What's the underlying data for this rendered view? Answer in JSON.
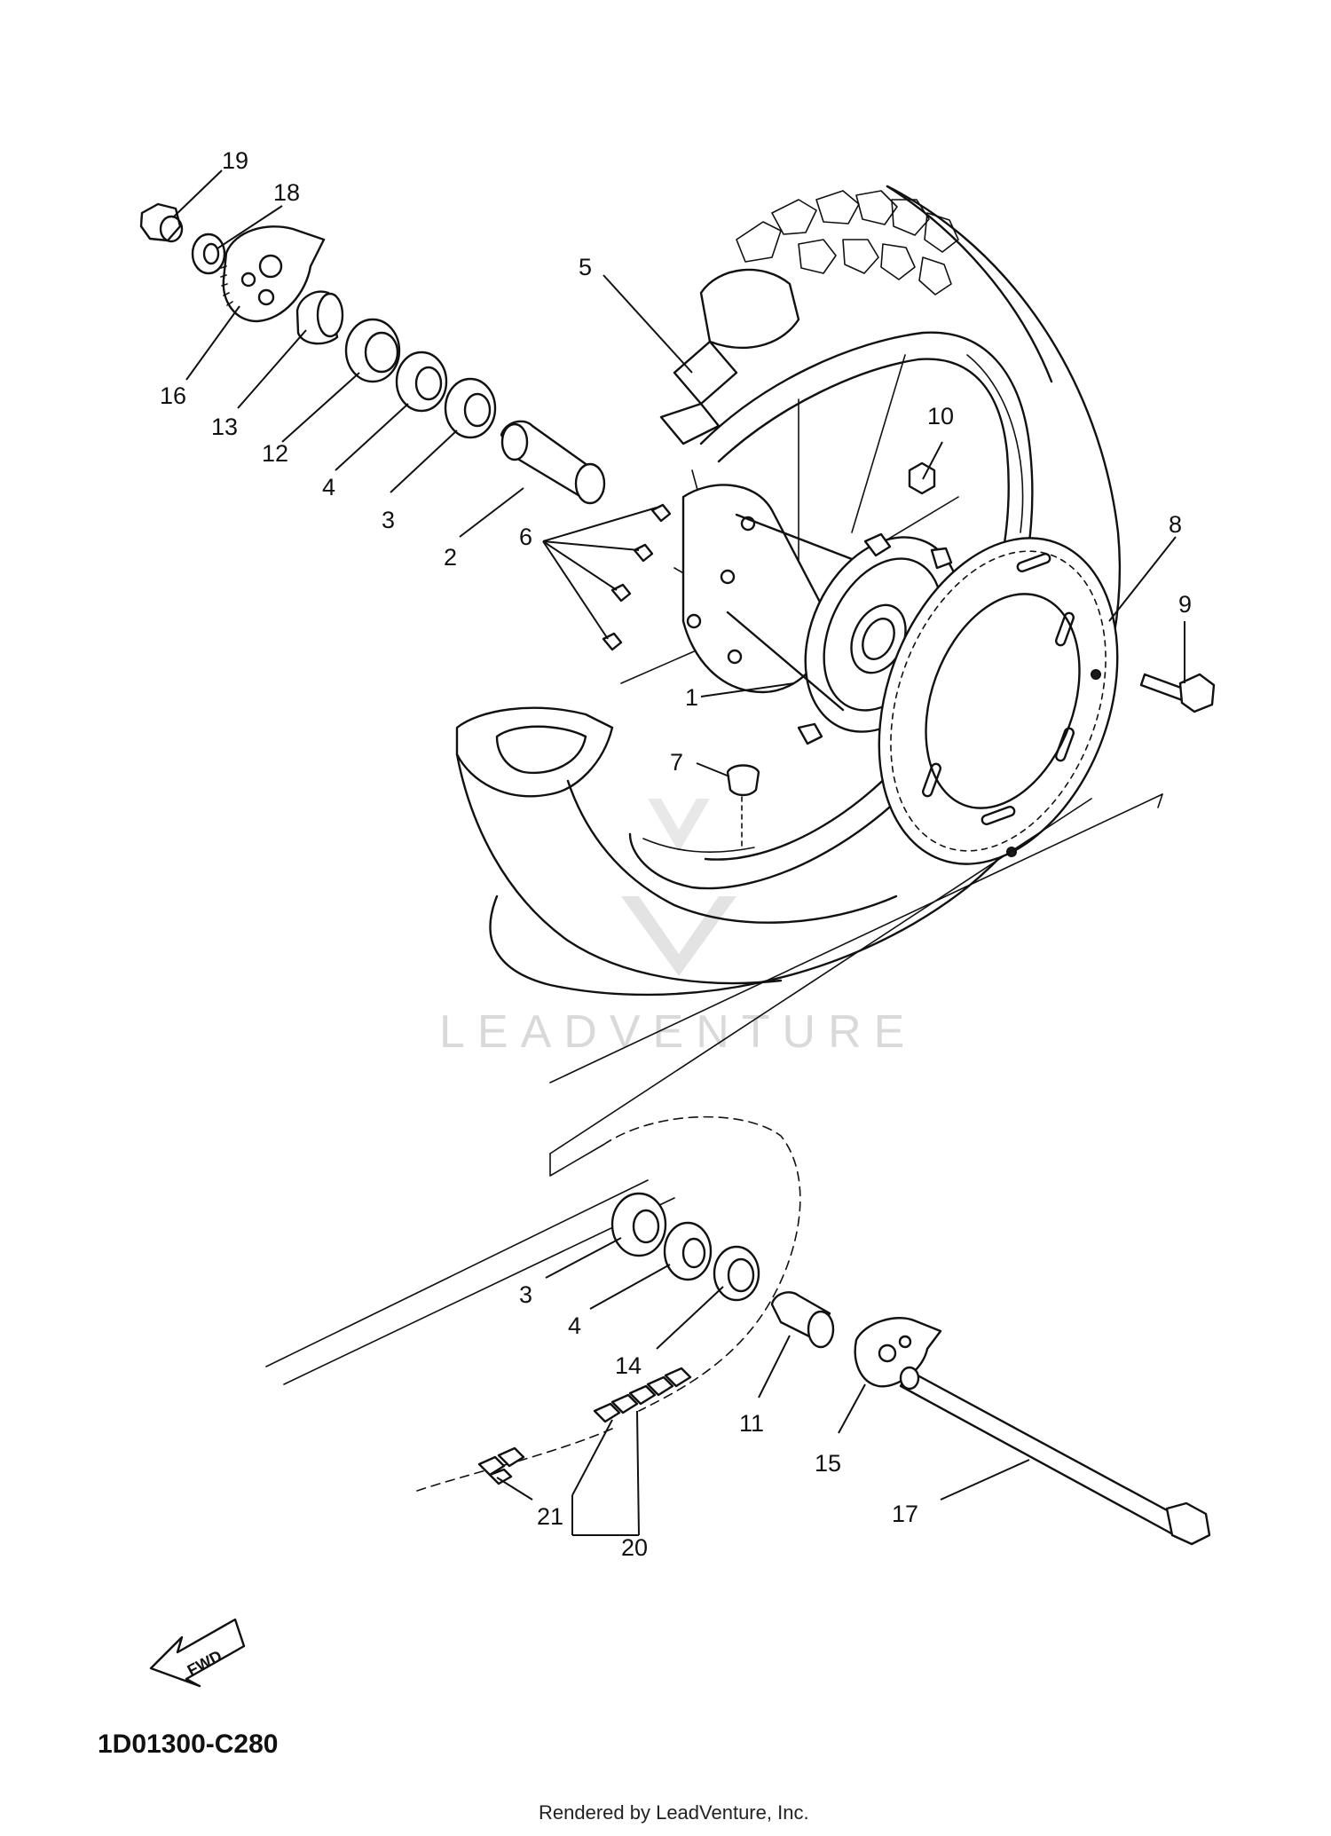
{
  "watermark": "LEADVENTURE",
  "diagram_code": "1D01300-C280",
  "footer": "Rendered by LeadVenture, Inc.",
  "fwd_label": "FWD",
  "callouts": {
    "c1": "1",
    "c2": "2",
    "c3a": "3",
    "c3b": "3",
    "c4a": "4",
    "c4b": "4",
    "c5": "5",
    "c6": "6",
    "c7": "7",
    "c8": "8",
    "c9": "9",
    "c10": "10",
    "c11": "11",
    "c12": "12",
    "c13": "13",
    "c14": "14",
    "c15": "15",
    "c16": "16",
    "c17": "17",
    "c18": "18",
    "c19": "19",
    "c20": "20",
    "c21": "21"
  }
}
